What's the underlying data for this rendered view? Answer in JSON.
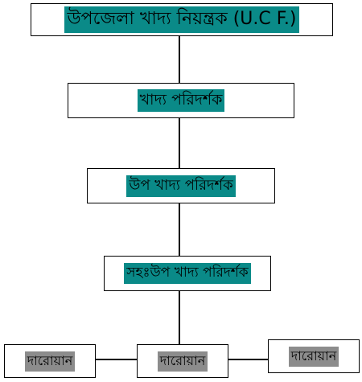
{
  "nodes": {
    "ucf": {
      "label": "উপজেলা খাদ্য নিয়ন্ত্রক (U.C F.)"
    },
    "food_inspector": {
      "label": "খাদ্য পরিদর্শক"
    },
    "sub_food_inspector": {
      "label": "উপ খাদ্য পরিদর্শক"
    },
    "assistant_sub_food_inspector": {
      "label": "সহঃউপ খাদ্য পরিদর্শক"
    },
    "guards": [
      {
        "label": "দারোয়ান"
      },
      {
        "label": "দারোয়ান"
      },
      {
        "label": "দারোয়ান"
      }
    ]
  },
  "colors": {
    "title_highlight": "#0a8a88",
    "guard_highlight": "#8c8c8c",
    "border": "#000000",
    "connector": "#000000"
  }
}
